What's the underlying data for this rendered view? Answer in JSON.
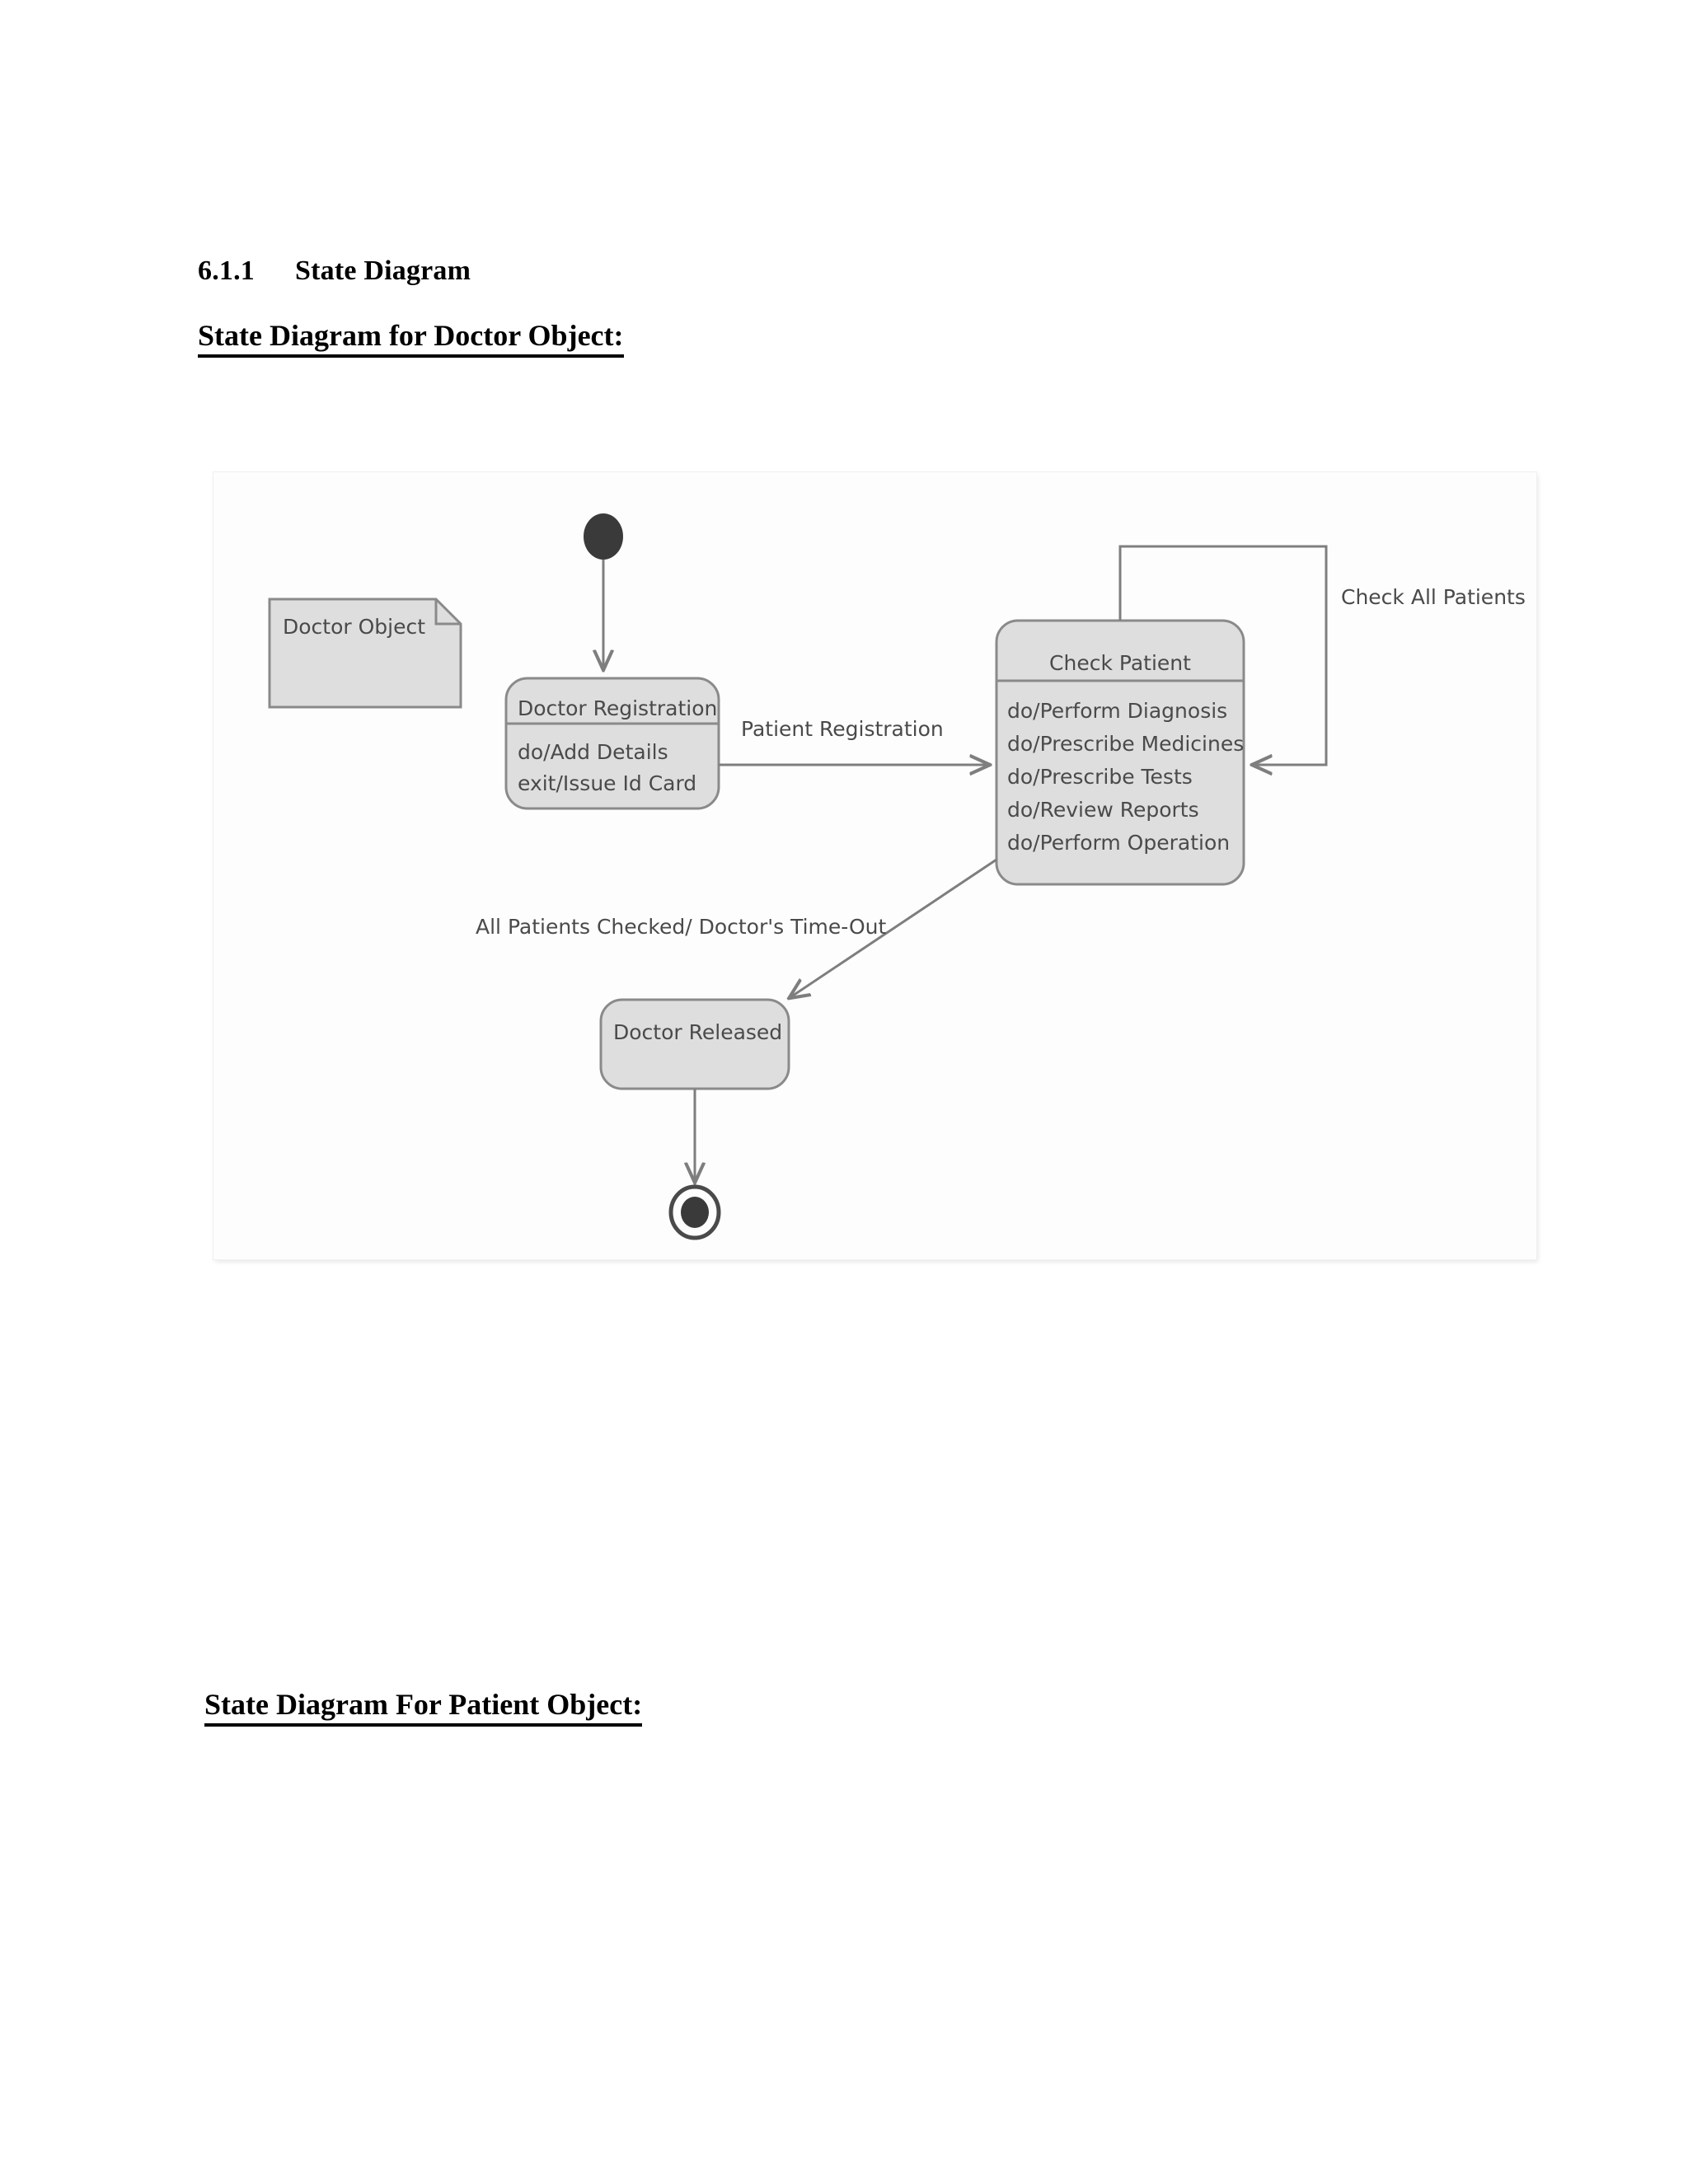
{
  "document": {
    "section_number": "6.1.1",
    "section_title": "State Diagram",
    "heading_doctor": "State Diagram for Doctor Object:",
    "heading_patient": " State Diagram For Patient Object:"
  },
  "diagram": {
    "note": {
      "label": "Doctor Object"
    },
    "initial_state_name": "initial-state",
    "final_state_name": "final-state",
    "states": [
      {
        "id": "doctor-registration",
        "title": "Doctor Registration",
        "actions": [
          "do/Add Details",
          "exit/Issue Id Card"
        ]
      },
      {
        "id": "check-patient",
        "title": "Check Patient",
        "actions": [
          "do/Perform Diagnosis",
          "do/Prescribe Medicines",
          "do/Prescribe Tests",
          "do/Review Reports",
          "do/Perform Operation"
        ]
      },
      {
        "id": "doctor-released",
        "title": "Doctor Released",
        "actions": []
      }
    ],
    "transitions": [
      {
        "id": "t-initial-to-registration",
        "from": "initial",
        "to": "doctor-registration",
        "label": ""
      },
      {
        "id": "t-registration-to-check",
        "from": "doctor-registration",
        "to": "check-patient",
        "label": "Patient Registration"
      },
      {
        "id": "t-check-self-loop",
        "from": "check-patient",
        "to": "check-patient",
        "label": "Check All Patients"
      },
      {
        "id": "t-check-to-released",
        "from": "check-patient",
        "to": "doctor-released",
        "label": "All Patients Checked/ Doctor's Time-Out"
      },
      {
        "id": "t-released-to-final",
        "from": "doctor-released",
        "to": "final",
        "label": ""
      }
    ],
    "colors": {
      "state_fill": "#dedede",
      "state_border": "#8a8a8a",
      "edge": "#7e7e7e",
      "text": "#4a4a4a",
      "node_dark": "#3a3a3a"
    }
  }
}
